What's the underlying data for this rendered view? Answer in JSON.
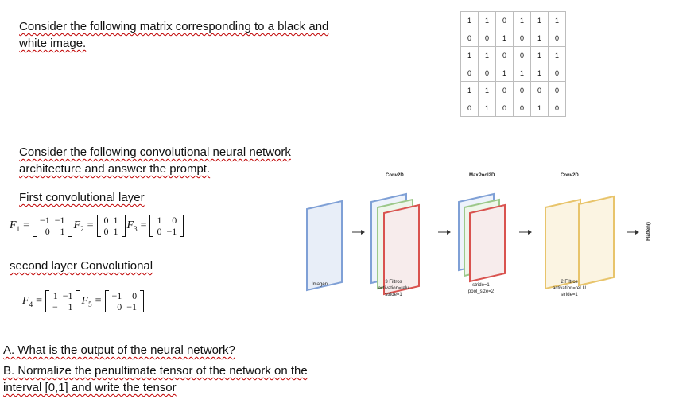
{
  "intro": {
    "line1": "Consider the following matrix corresponding to a black and",
    "line2": "white image."
  },
  "image_matrix": [
    [
      "1",
      "1",
      "0",
      "1",
      "1",
      "1"
    ],
    [
      "0",
      "0",
      "1",
      "0",
      "1",
      "0"
    ],
    [
      "1",
      "1",
      "0",
      "0",
      "1",
      "1"
    ],
    [
      "0",
      "0",
      "1",
      "1",
      "1",
      "0"
    ],
    [
      "1",
      "1",
      "0",
      "0",
      "0",
      "0"
    ],
    [
      "0",
      "1",
      "0",
      "0",
      "1",
      "0"
    ]
  ],
  "arch_intro": {
    "line1": "Consider the following convolutional neural network",
    "line2": "architecture and answer the prompt."
  },
  "first_layer": {
    "heading": "First convolutional layer",
    "filters": [
      {
        "name": "F",
        "sub": "1",
        "rows": [
          [
            "−1",
            "−1"
          ],
          [
            "0",
            "1"
          ]
        ]
      },
      {
        "name": "F",
        "sub": "2",
        "rows": [
          [
            "0",
            "1"
          ],
          [
            "0",
            "1"
          ]
        ]
      },
      {
        "name": "F",
        "sub": "3",
        "rows": [
          [
            "1",
            "0"
          ],
          [
            "0",
            "−1"
          ]
        ]
      }
    ]
  },
  "second_layer": {
    "heading": "second layer Convolutional",
    "filters": [
      {
        "name": "F",
        "sub": "4",
        "rows": [
          [
            "1",
            "−1"
          ],
          [
            "−",
            "1"
          ]
        ]
      },
      {
        "name": "F",
        "sub": "5",
        "rows": [
          [
            "−1",
            "0"
          ],
          [
            "0",
            "−1"
          ]
        ]
      }
    ]
  },
  "questions": {
    "a": "A. What is the output of the neural network?",
    "b1": "B. Normalize the penultimate tensor of the network on the",
    "b2": "interval [0,1] and write the tensor"
  },
  "diagram": {
    "top_labels": [
      "Conv2D",
      "MaxPool2D",
      "Conv2D"
    ],
    "imagen": "Imagen",
    "conv1_params": [
      "3 Filtros",
      "activation=relu",
      "stride=1"
    ],
    "pool_params": [
      "stride=1",
      "pool_size=2"
    ],
    "conv2_params": [
      "2 Filtros",
      "activation=reLU",
      "stride=1"
    ],
    "flatten": "Flatten()",
    "colors": {
      "blue": "#7fa0d6",
      "green": "#9cc88a",
      "red": "#d9534f",
      "gold": "#e8c46b"
    }
  }
}
